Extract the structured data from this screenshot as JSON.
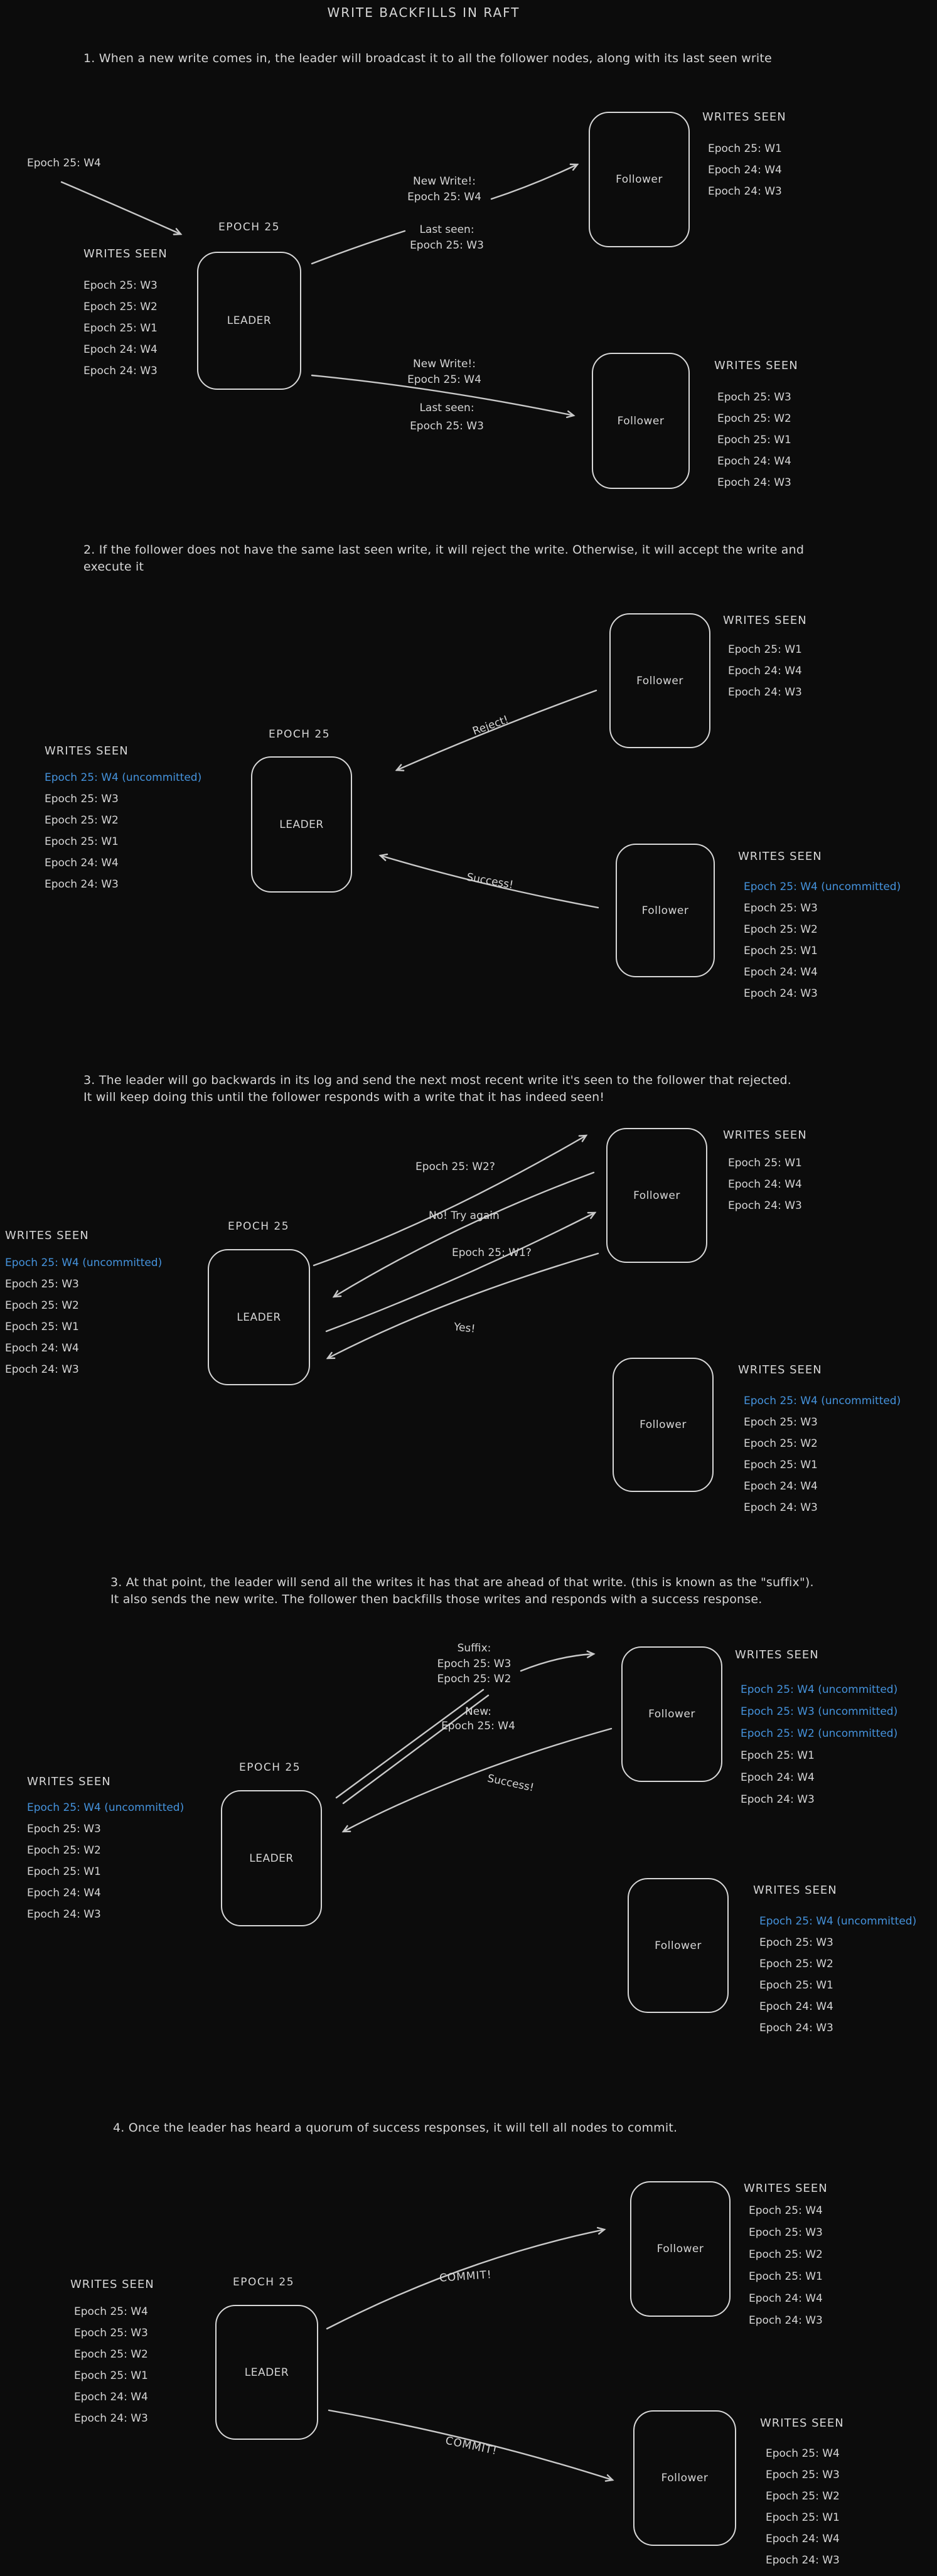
{
  "title": "WRITE BACKFILLS IN RAFT",
  "palette": {
    "background": "#0c0c0c",
    "ink": "#d6d6d6",
    "uncommitted_blue": "#4593dd"
  },
  "sections": [
    {
      "step_lines": [
        "1. When a new write comes in, the leader will broadcast it to all the follower nodes, along with its last seen write"
      ],
      "incoming_write": "Epoch 25: W4",
      "epoch": "EPOCH 25",
      "leader": {
        "label": "LEADER",
        "writes_heading": "WRITES SEEN",
        "writes": [
          "Epoch 25: W3",
          "Epoch 25: W2",
          "Epoch 25: W1",
          "Epoch 24: W4",
          "Epoch 24: W3"
        ]
      },
      "follower_top": {
        "label": "Follower",
        "writes_heading": "WRITES SEEN",
        "writes": [
          "Epoch 25: W1",
          "Epoch 24: W4",
          "Epoch 24: W3"
        ]
      },
      "follower_bottom": {
        "label": "Follower",
        "writes_heading": "WRITES SEEN",
        "writes": [
          "Epoch 25: W3",
          "Epoch 25: W2",
          "Epoch 25: W1",
          "Epoch 24: W4",
          "Epoch 24: W3"
        ]
      },
      "msg_top": {
        "l1": "New Write!:",
        "l2": "Epoch 25: W4",
        "l3": "Last seen:",
        "l4": "Epoch 25: W3"
      },
      "msg_bottom": {
        "l1": "New Write!:",
        "l2": "Epoch 25: W4",
        "l3": "Last seen:",
        "l4": "Epoch 25: W3"
      }
    },
    {
      "step_lines": [
        "2. If the follower does not have the same last seen write, it will reject the write. Otherwise, it will accept the write and",
        "execute it"
      ],
      "epoch": "EPOCH 25",
      "reject": "Reject!",
      "success": "Success!",
      "leader": {
        "label": "LEADER",
        "writes_heading": "WRITES SEEN",
        "writes": [
          "Epoch 25: W4 (uncommitted)",
          "Epoch 25: W3",
          "Epoch 25: W2",
          "Epoch 25: W1",
          "Epoch 24: W4",
          "Epoch 24: W3"
        ]
      },
      "follower_top": {
        "label": "Follower",
        "writes_heading": "WRITES SEEN",
        "writes": [
          "Epoch 25: W1",
          "Epoch 24: W4",
          "Epoch 24: W3"
        ]
      },
      "follower_bottom": {
        "label": "Follower",
        "writes_heading": "WRITES SEEN",
        "writes": [
          "Epoch 25: W4 (uncommitted)",
          "Epoch 25: W3",
          "Epoch 25: W2",
          "Epoch 25: W1",
          "Epoch 24: W4",
          "Epoch 24: W3"
        ]
      }
    },
    {
      "step_lines": [
        "3. The leader will go backwards in its log and send the next most recent write it's seen to the follower that rejected.",
        "It will keep doing this until the follower responds with a write that it has indeed seen!"
      ],
      "epoch": "EPOCH 25",
      "probe_w2": "Epoch 25: W2?",
      "reply_no": "No! Try again",
      "probe_w1": "Epoch 25: W1?",
      "reply_yes": "Yes!",
      "leader": {
        "label": "LEADER",
        "writes_heading": "WRITES SEEN",
        "writes": [
          "Epoch 25: W4 (uncommitted)",
          "Epoch 25: W3",
          "Epoch 25: W2",
          "Epoch 25: W1",
          "Epoch 24: W4",
          "Epoch 24: W3"
        ]
      },
      "follower_top": {
        "label": "Follower",
        "writes_heading": "WRITES SEEN",
        "writes": [
          "Epoch 25: W1",
          "Epoch 24: W4",
          "Epoch 24: W3"
        ]
      },
      "follower_bottom": {
        "label": "Follower",
        "writes_heading": "WRITES SEEN",
        "writes": [
          "Epoch 25: W4 (uncommitted)",
          "Epoch 25: W3",
          "Epoch 25: W2",
          "Epoch 25: W1",
          "Epoch 24: W4",
          "Epoch 24: W3"
        ]
      }
    },
    {
      "step_lines": [
        "3. At that point, the leader will send all the writes it has that are ahead of that write. (this is known as the \"suffix\").",
        "It also sends the new write. The follower then backfills those writes and responds with a success response."
      ],
      "epoch": "EPOCH 25",
      "suffix": {
        "l1": "Suffix:",
        "l2": "Epoch 25: W3",
        "l3": "Epoch 25: W2"
      },
      "new_msg": {
        "l1": "New:",
        "l2": "Epoch 25: W4"
      },
      "success": "Success!",
      "leader": {
        "label": "LEADER",
        "writes_heading": "WRITES SEEN",
        "writes": [
          "Epoch 25: W4 (uncommitted)",
          "Epoch 25: W3",
          "Epoch 25: W2",
          "Epoch 25: W1",
          "Epoch 24: W4",
          "Epoch 24: W3"
        ]
      },
      "follower_top": {
        "label": "Follower",
        "writes_heading": "WRITES SEEN",
        "writes": [
          "Epoch 25: W4 (uncommitted)",
          "Epoch 25: W3 (uncommitted)",
          "Epoch 25: W2 (uncommitted)",
          "Epoch 25: W1",
          "Epoch 24: W4",
          "Epoch 24: W3"
        ]
      },
      "follower_bottom": {
        "label": "Follower",
        "writes_heading": "WRITES SEEN",
        "writes": [
          "Epoch 25: W4 (uncommitted)",
          "Epoch 25: W3",
          "Epoch 25: W2",
          "Epoch 25: W1",
          "Epoch 24: W4",
          "Epoch 24: W3"
        ]
      }
    },
    {
      "step_lines": [
        "4. Once the leader has heard a quorum of success responses, it will tell all nodes to commit."
      ],
      "epoch": "EPOCH 25",
      "commit_top": "COMMIT!",
      "commit_bottom": "COMMIT!",
      "leader": {
        "label": "LEADER",
        "writes_heading": "WRITES SEEN",
        "writes": [
          "Epoch 25: W4",
          "Epoch 25: W3",
          "Epoch 25: W2",
          "Epoch 25: W1",
          "Epoch 24: W4",
          "Epoch 24: W3"
        ]
      },
      "follower_top": {
        "label": "Follower",
        "writes_heading": "WRITES SEEN",
        "writes": [
          "Epoch 25: W4",
          "Epoch 25: W3",
          "Epoch 25: W2",
          "Epoch 25: W1",
          "Epoch 24: W4",
          "Epoch 24: W3"
        ]
      },
      "follower_bottom": {
        "label": "Follower",
        "writes_heading": "WRITES SEEN",
        "writes": [
          "Epoch 25: W4",
          "Epoch 25: W3",
          "Epoch 25: W2",
          "Epoch 25: W1",
          "Epoch 24: W4",
          "Epoch 24: W3"
        ]
      }
    }
  ]
}
